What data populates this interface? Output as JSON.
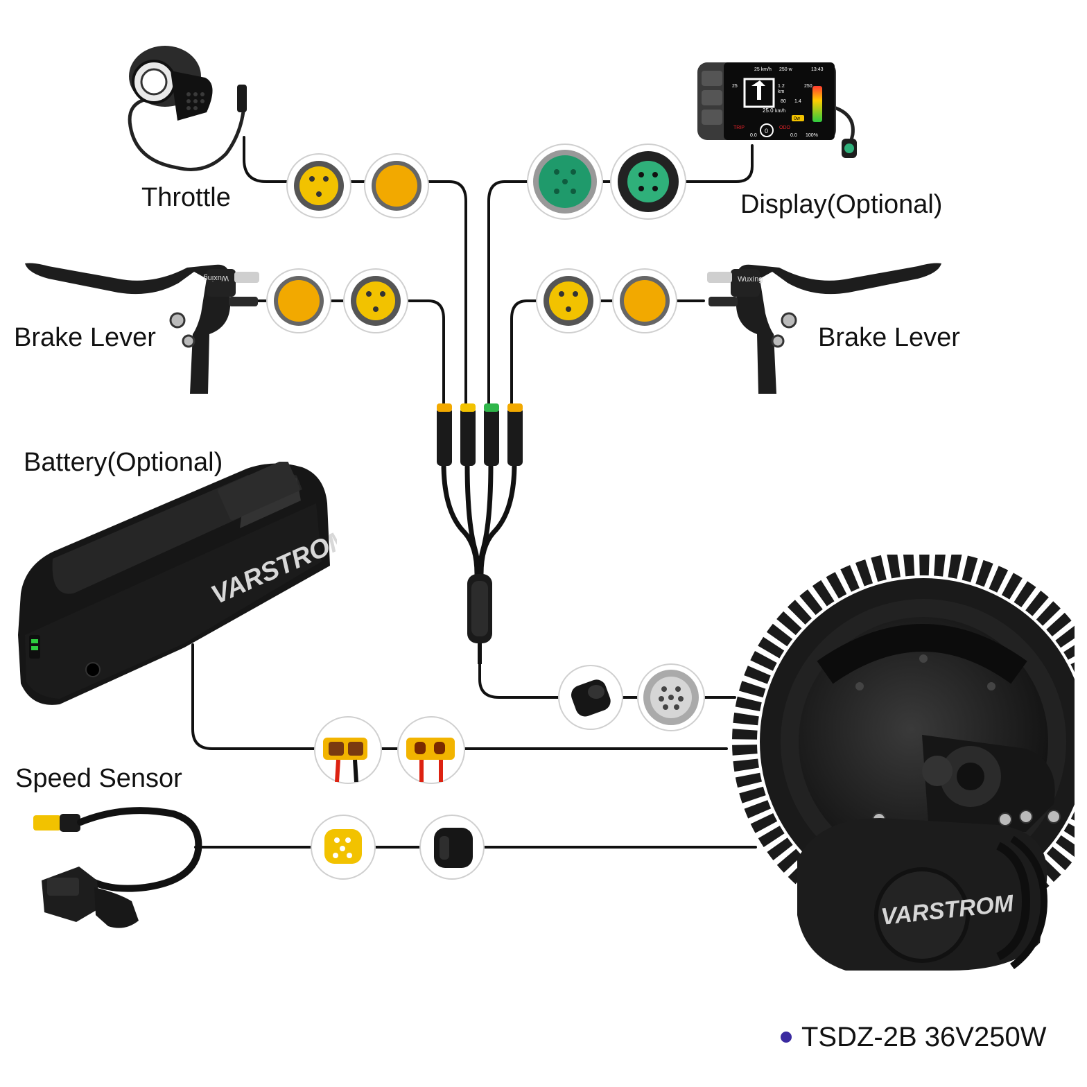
{
  "labels": {
    "throttle": "Throttle",
    "display": "Display(Optional)",
    "brake_left": "Brake Lever",
    "brake_right": "Brake Lever",
    "battery": "Battery(Optional)",
    "speed_sensor": "Speed Sensor",
    "model": "TSDZ-2B 36V250W"
  },
  "brand": {
    "battery_logo": "VARSTROM",
    "motor_logo": "VARSTROM",
    "brake_brand": "Wuxing"
  },
  "display_screen": {
    "speed_top": "25 km/h",
    "power_top": "250 w",
    "time": "13:43",
    "speed_left": "25",
    "dist_1": "1.2",
    "dist_unit_1": "km",
    "power_right": "250",
    "val_80": "80",
    "val_14": "1.4",
    "speed_mid": "25.0",
    "speed_mid_unit": "km/h",
    "watts_badge": "0w",
    "trip": "TRIP",
    "odo": "ODO",
    "assist_level": "0",
    "bottom_left": "0.0",
    "bottom_mid": "0.0",
    "battery_pct": "100%"
  },
  "colors": {
    "connector_yellow": "#f2a900",
    "connector_green": "#1f9a6b",
    "wire": "#111111",
    "model_bullet": "#3a2aa0",
    "display_accent": "#e8232a"
  }
}
